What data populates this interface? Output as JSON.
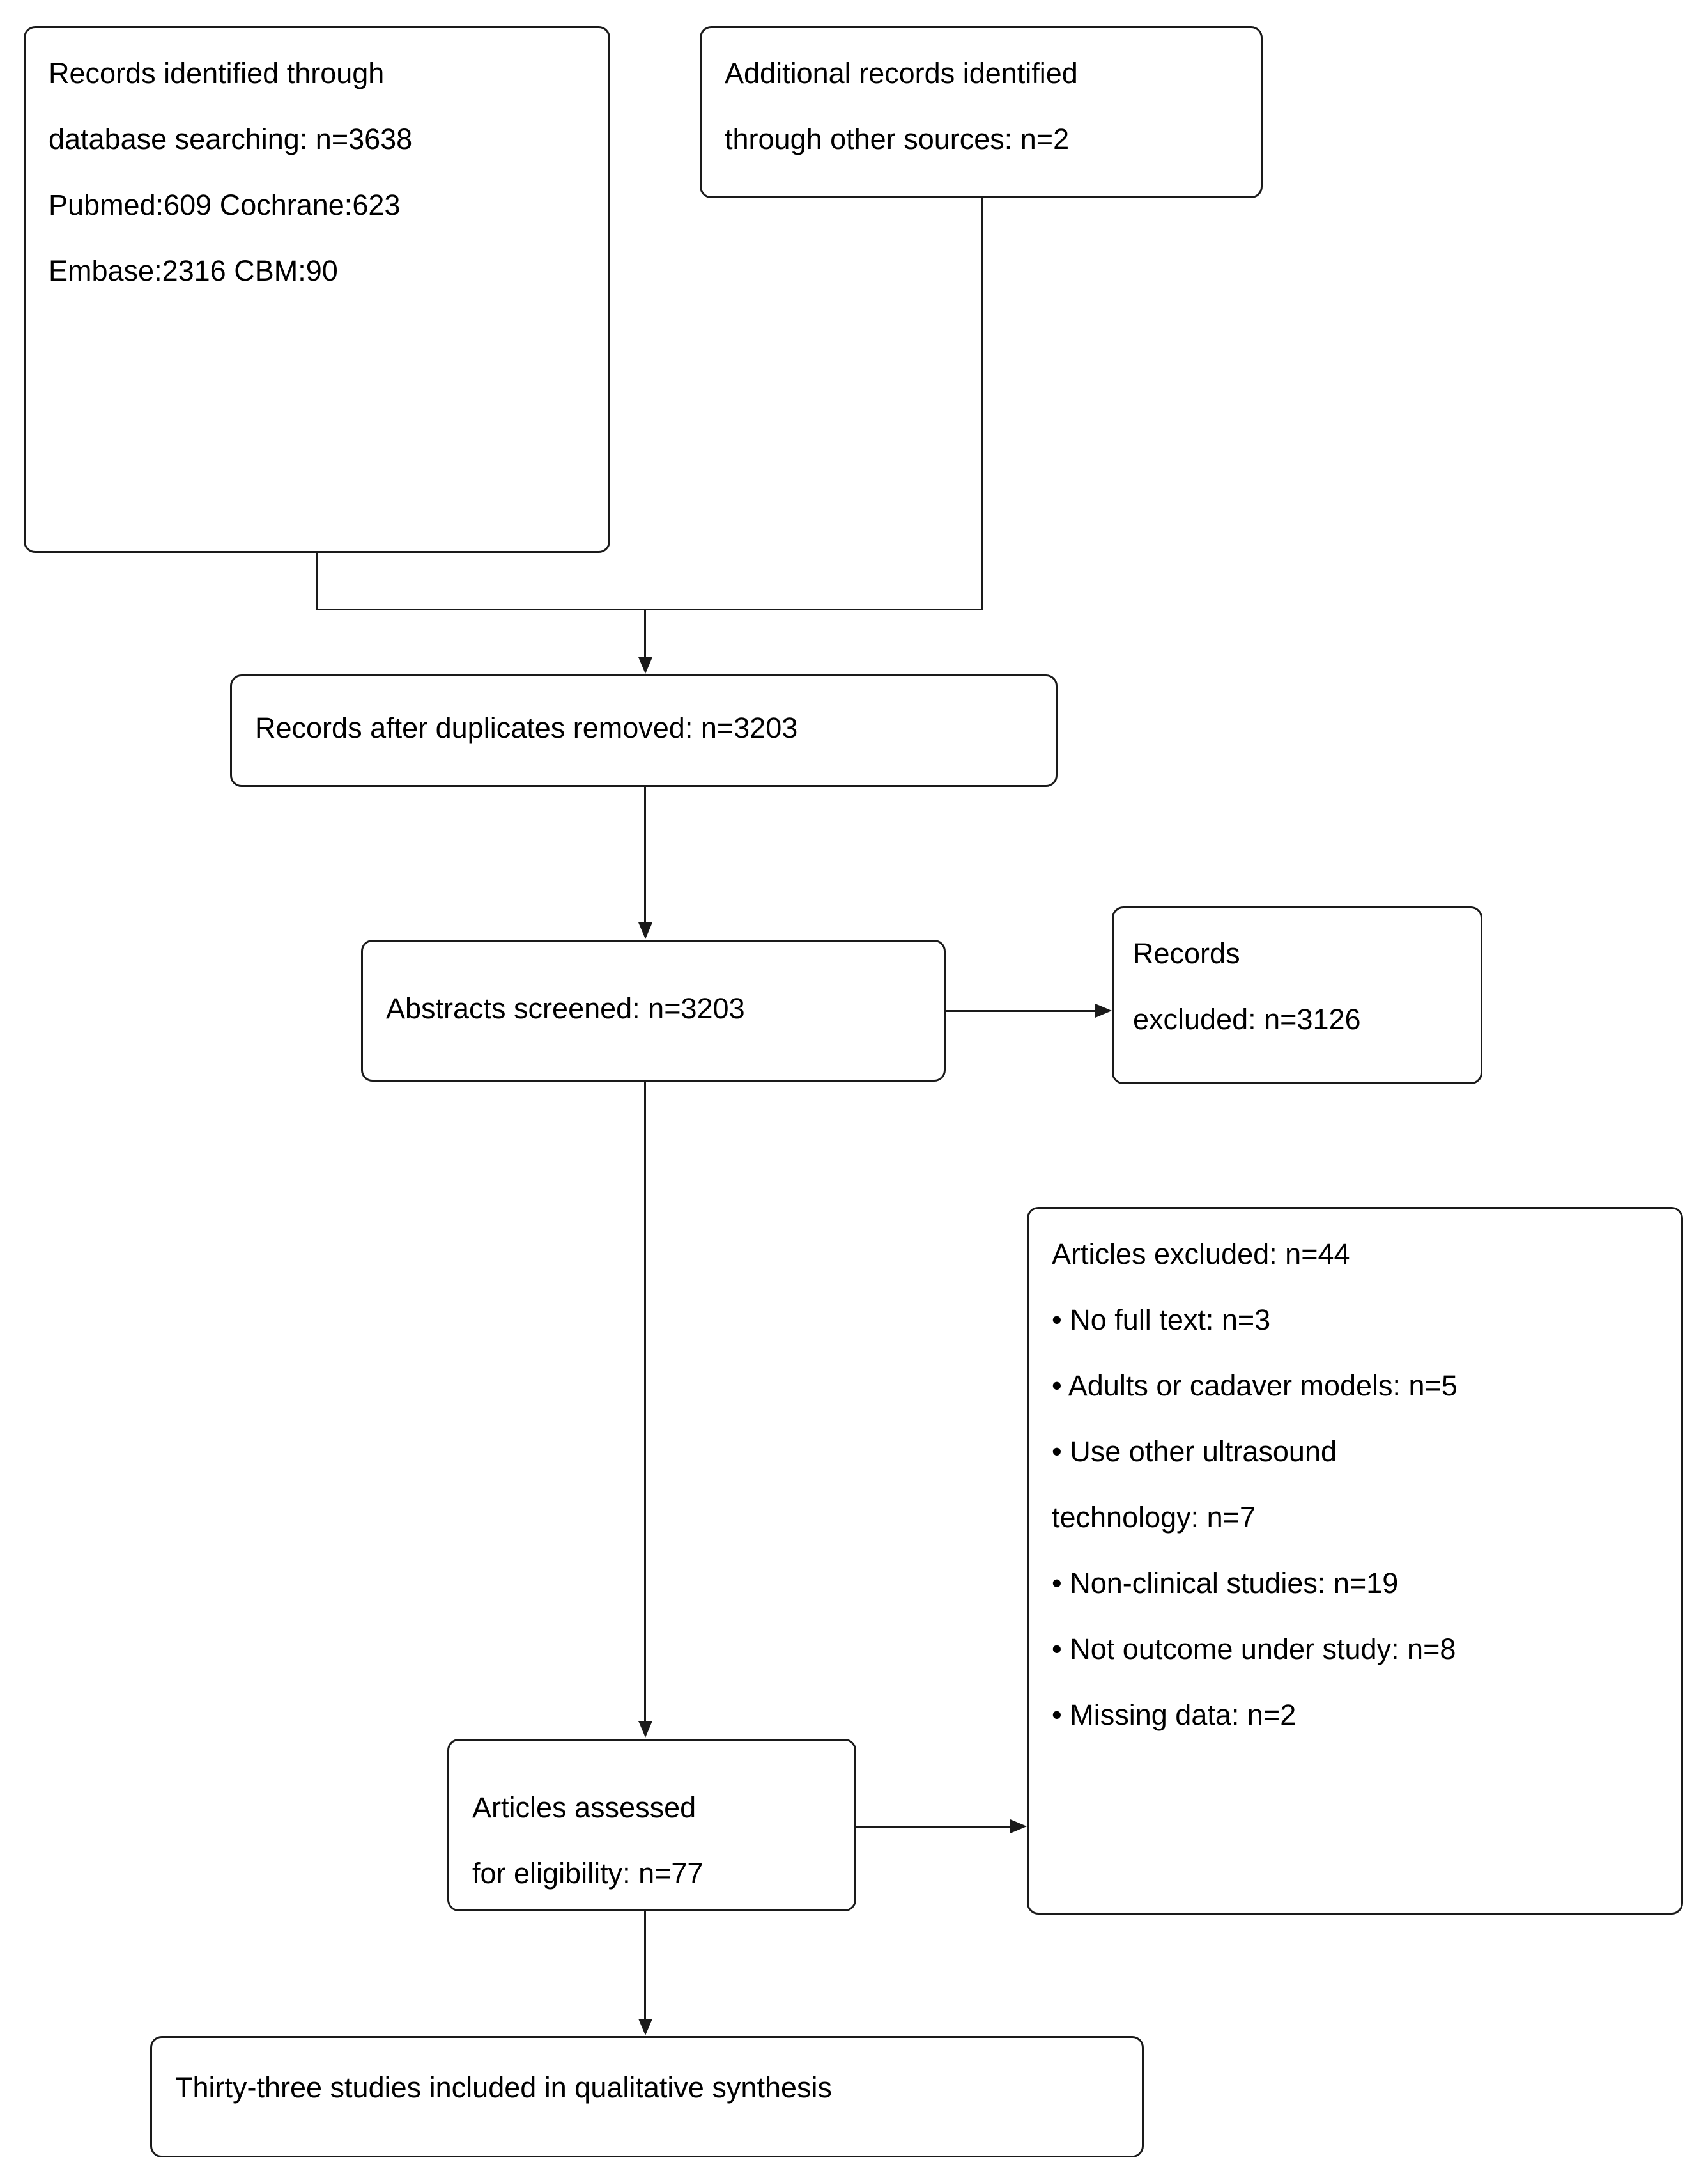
{
  "diagram": {
    "type": "prisma-flow-diagram",
    "title": "PRISMA study selection flow diagram",
    "background_color": "#ffffff",
    "line_color": "#1a1a1a",
    "text_color": "#000000"
  },
  "nodes": {
    "database_search": {
      "name": "records-identified-database",
      "lines": [
        "Records identified through",
        "database searching: n=3638",
        "Pubmed:609 Cochrane:623",
        "Embase:2316 CBM:90"
      ],
      "count": 3638,
      "sources": [
        {
          "label": "Pubmed",
          "n": 609
        },
        {
          "label": "Cochrane",
          "n": 623
        },
        {
          "label": "Embase",
          "n": 2316
        },
        {
          "label": "CBM",
          "n": 90
        }
      ]
    },
    "other_sources": {
      "name": "additional-records-other-sources",
      "lines": [
        "Additional records identified",
        "through other sources: n=2"
      ],
      "count": 2
    },
    "duplicates_removed": {
      "name": "records-after-duplicates-removed",
      "lines": [
        "Records after duplicates removed: n=3203"
      ],
      "count": 3203
    },
    "abstracts_screened": {
      "name": "abstracts-screened",
      "lines": [
        "Abstracts screened: n=3203"
      ],
      "count": 3203
    },
    "records_excluded": {
      "name": "records-excluded",
      "lines": [
        "Records",
        "excluded: n=3126"
      ],
      "count": 3126
    },
    "articles_excluded": {
      "name": "articles-excluded",
      "lines": [
        "Articles excluded: n=44",
        "• No full text: n=3",
        "• Adults or cadaver models: n=5",
        "• Use other ultrasound",
        "technology: n=7",
        "• Non-clinical studies: n=19",
        "• Not outcome under study: n=8",
        "• Missing data: n=2"
      ],
      "count": 44,
      "reasons": [
        {
          "label": "No full text",
          "n": 3
        },
        {
          "label": "Adults or cadaver models",
          "n": 5
        },
        {
          "label": "Use other ultrasound technology",
          "n": 7
        },
        {
          "label": "Non-clinical studies",
          "n": 19
        },
        {
          "label": "Not outcome under study",
          "n": 8
        },
        {
          "label": "Missing data",
          "n": 2
        }
      ]
    },
    "eligibility": {
      "name": "articles-assessed-for-eligibility",
      "lines": [
        "Articles assessed",
        "for eligibility: n=77"
      ],
      "count": 77
    },
    "included": {
      "name": "studies-included-qualitative-synthesis",
      "lines": [
        "Thirty-three studies included in qualitative synthesis"
      ],
      "count": 33
    }
  }
}
